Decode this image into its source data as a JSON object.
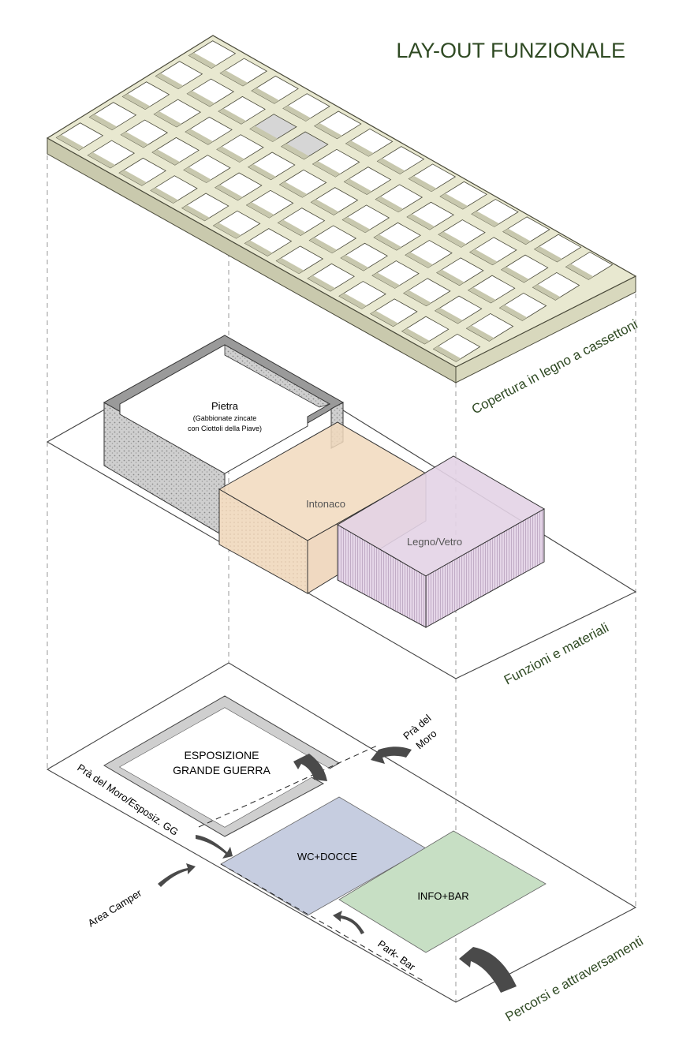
{
  "title": "LAY-OUT FUNZIONALE",
  "layers": {
    "roof": {
      "caption": "Copertura in legno a cassettoni"
    },
    "materials": {
      "caption": "Funzioni e materiali",
      "stone_title": "Pietra",
      "stone_note_1": "(Gabbionate zincate",
      "stone_note_2": "con Ciottoli della Piave)",
      "plaster": "Intonaco",
      "wood_glass": "Legno/Vetro"
    },
    "paths": {
      "caption": "Percorsi e attraversamenti",
      "exhibition_1": "ESPOSIZIONE",
      "exhibition_2": "GRANDE GUERRA",
      "wc": "WC+DOCCE",
      "info": "INFO+BAR",
      "route_pra_moro_1": "Prà del",
      "route_pra_moro_2": "Moro",
      "route_pra_esposiz": "Prà del Moro/Esposiz. GG",
      "route_camper": "Area Camper",
      "route_park": "Park- Bar"
    }
  },
  "colors": {
    "title": "#2f4a23",
    "caption": "#2f4a23",
    "roof_fill": "#e8e8d0",
    "plaster_fill": "#f1d9bd",
    "wood_fill": "#e3d3e6",
    "wc_fill": "#c6cde0",
    "info_fill": "#c7dfc4",
    "stone_fill": "#c9c9c9",
    "arrow": "#4a4a4a"
  }
}
